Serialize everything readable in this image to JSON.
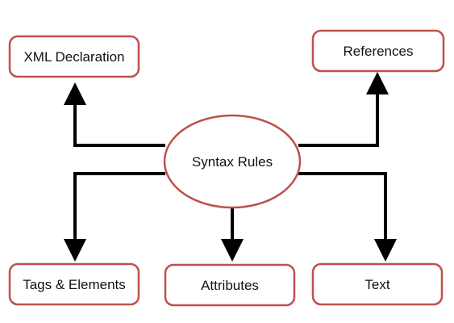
{
  "diagram": {
    "center": {
      "label": "Syntax Rules"
    },
    "nodes": {
      "xml_declaration": "XML Declaration",
      "references": "References",
      "tags_elements": "Tags & Elements",
      "attributes": "Attributes",
      "text": "Text"
    },
    "colors": {
      "node_border": "#c0504d",
      "connector": "#000000"
    }
  }
}
